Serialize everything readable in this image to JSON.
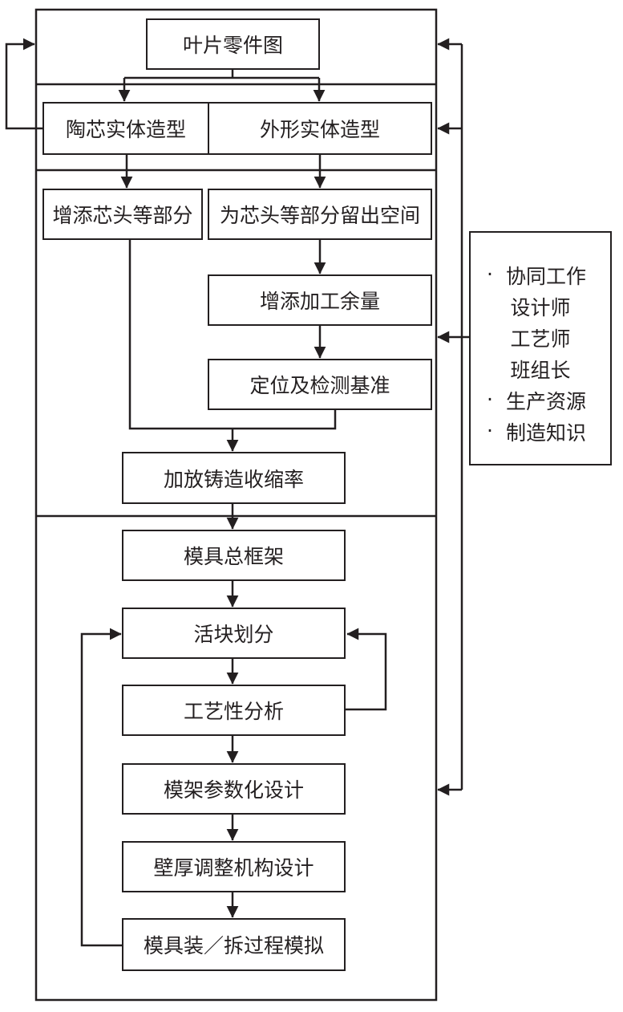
{
  "boxes": {
    "blade_drawing": "叶片零件图",
    "core_solid": "陶芯实体造型",
    "outer_solid": "外形实体造型",
    "add_core_head": "增添芯头等部分",
    "reserve_space": "为芯头等部分留出空间",
    "add_allowance": "增添加工余量",
    "datum": "定位及检测基准",
    "shrinkage": "加放铸造收缩率",
    "mold_frame": "模具总框架",
    "block_division": "活块划分",
    "process_analysis": "工艺性分析",
    "param_design": "模架参数化设计",
    "wall_mechanism": "壁厚调整机构设计",
    "assembly_sim": "模具装／拆过程模拟"
  },
  "side_panel": {
    "collab_label": "协同工作",
    "designer": "设计师",
    "technologist": "工艺师",
    "team_leader": "班组长",
    "production": "生产资源",
    "knowledge": "制造知识",
    "bullet": "·"
  }
}
